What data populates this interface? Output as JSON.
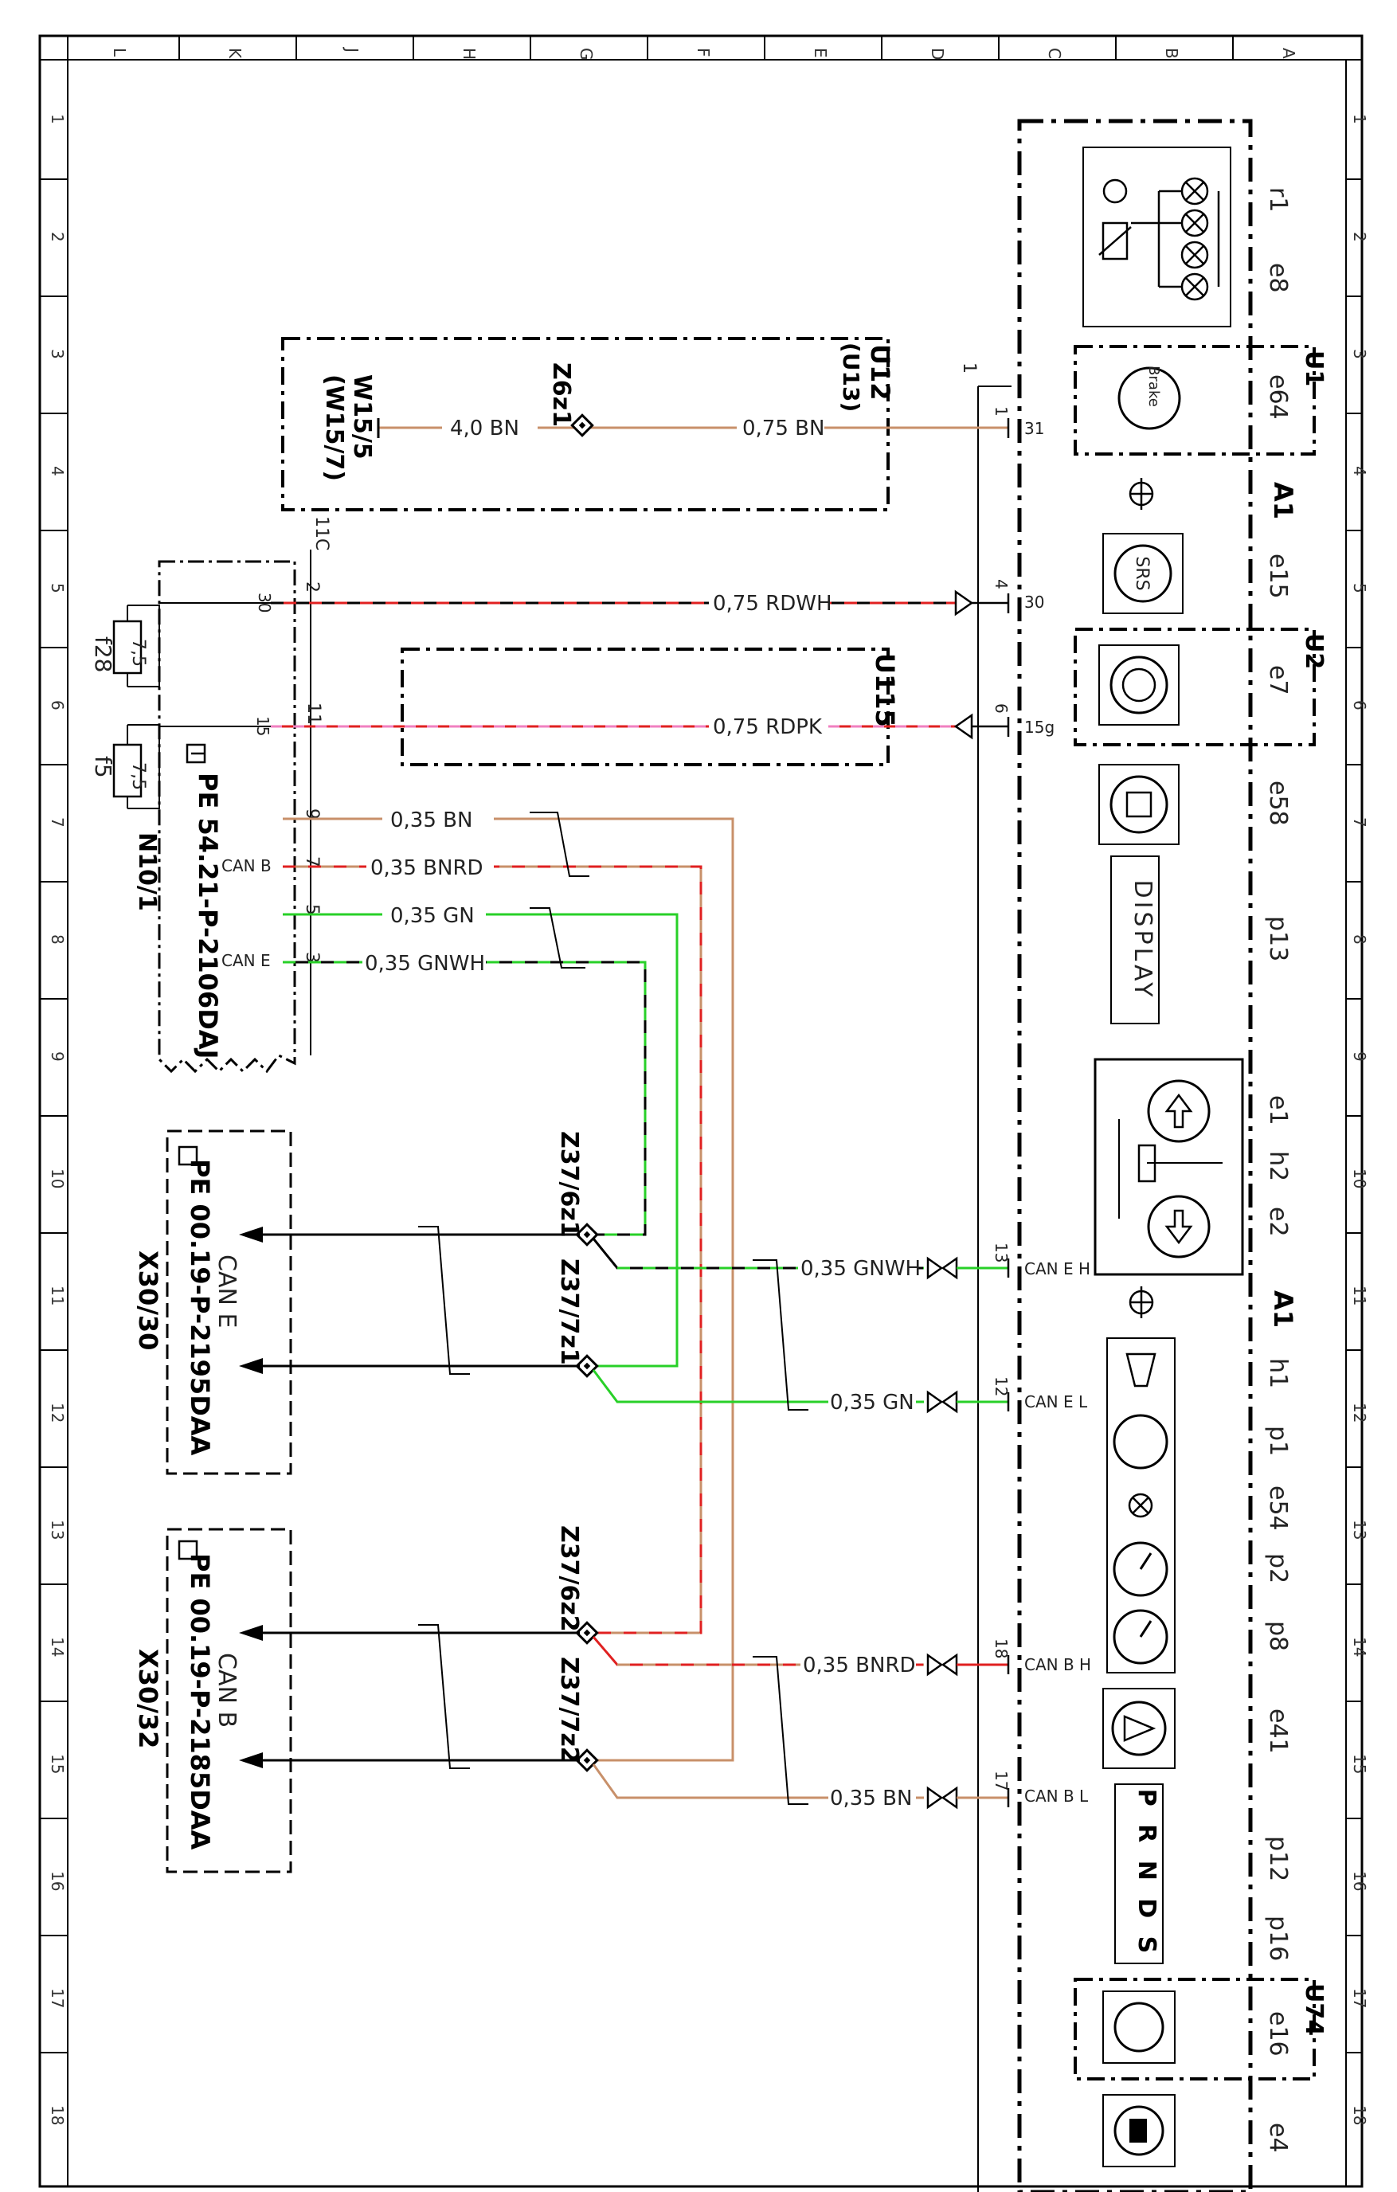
{
  "grid": {
    "left_rows": [
      "1",
      "2",
      "3",
      "4",
      "5",
      "6",
      "7",
      "8",
      "9",
      "10",
      "11",
      "12",
      "13",
      "14",
      "15",
      "16",
      "17",
      "18"
    ],
    "right_rows": [
      "1",
      "2",
      "3",
      "4",
      "5",
      "6",
      "7",
      "8",
      "9",
      "10",
      "11",
      "12",
      "13",
      "14",
      "15",
      "16",
      "17",
      "18"
    ],
    "top_cols": [
      "L",
      "K",
      "J",
      "H",
      "G",
      "F",
      "E",
      "D",
      "C",
      "B",
      "A"
    ]
  },
  "instrument": {
    "label_a1_top": "A1",
    "label_a1_bottom": "A1",
    "label_u1": "U1",
    "label_u2": "U2",
    "label_u74": "U74",
    "display_text": "DISPLAY",
    "gear_text": "P R N D S",
    "brake_text": "Brake",
    "srs_text": "SRS",
    "lamps": [
      "r1",
      "e8",
      "e64",
      "e15",
      "e7",
      "e58",
      "p13",
      "e1",
      "h2",
      "e2",
      "h1",
      "p1",
      "e54",
      "p2",
      "p8",
      "e41",
      "p12",
      "p16",
      "e16",
      "e4"
    ],
    "pins": {
      "p31": "31",
      "p30": "30",
      "p15g": "15g",
      "can_e_h": "CAN E H",
      "can_e_l": "CAN E L",
      "can_b_h": "CAN B H",
      "can_b_l": "CAN B L",
      "n1": "1",
      "n4": "4",
      "n6": "6",
      "n13": "13",
      "n12": "12",
      "n18": "18",
      "n17": "17",
      "bus1": "1"
    }
  },
  "u12": {
    "label": "U12",
    "sub": "(U13)",
    "ground": "W15/5",
    "ground_alt": "(W15/7)",
    "splice": "Z6z1",
    "wire_a": "4,0 BN",
    "wire_b": "0,75 BN"
  },
  "u115": {
    "label": "U115",
    "wire": "0,75 RDPK"
  },
  "rdwh_wire": "0,75 RDWH",
  "n10": {
    "label": "N10/1",
    "ref": "PE 54.21-P-2106DAJ",
    "connector": "11C",
    "fuse1": "f28",
    "fuse1_val": "7,5",
    "fuse2": "f5",
    "fuse2_val": "7,5",
    "t30": "30",
    "t15": "15",
    "can_b": "CAN B",
    "can_e": "CAN E",
    "pins": [
      "2",
      "11",
      "9",
      "7",
      "5",
      "3"
    ],
    "wires": [
      "0,35 BN",
      "0,35 BNRD",
      "0,35 GN",
      "0,35 GNWH"
    ]
  },
  "splices": [
    "Z37/6z1",
    "Z37/7z1",
    "Z37/6z2",
    "Z37/7z2"
  ],
  "can_wires": {
    "gnwh": "0,35 GNWH",
    "gn": "0,35 GN",
    "bnrd": "0,35 BNRD",
    "bn": "0,35 BN"
  },
  "x30_30": {
    "label": "X30/30",
    "ref": "PE 00.19-P-2195DAA",
    "bus": "CAN E"
  },
  "x30_32": {
    "label": "X30/32",
    "ref": "PE 00.19-P-2185DAA",
    "bus": "CAN B"
  },
  "colors": {
    "brown": "#c8906a",
    "red": "#e02020",
    "green": "#28d028",
    "pink": "#f080c0",
    "black": "#000000"
  }
}
